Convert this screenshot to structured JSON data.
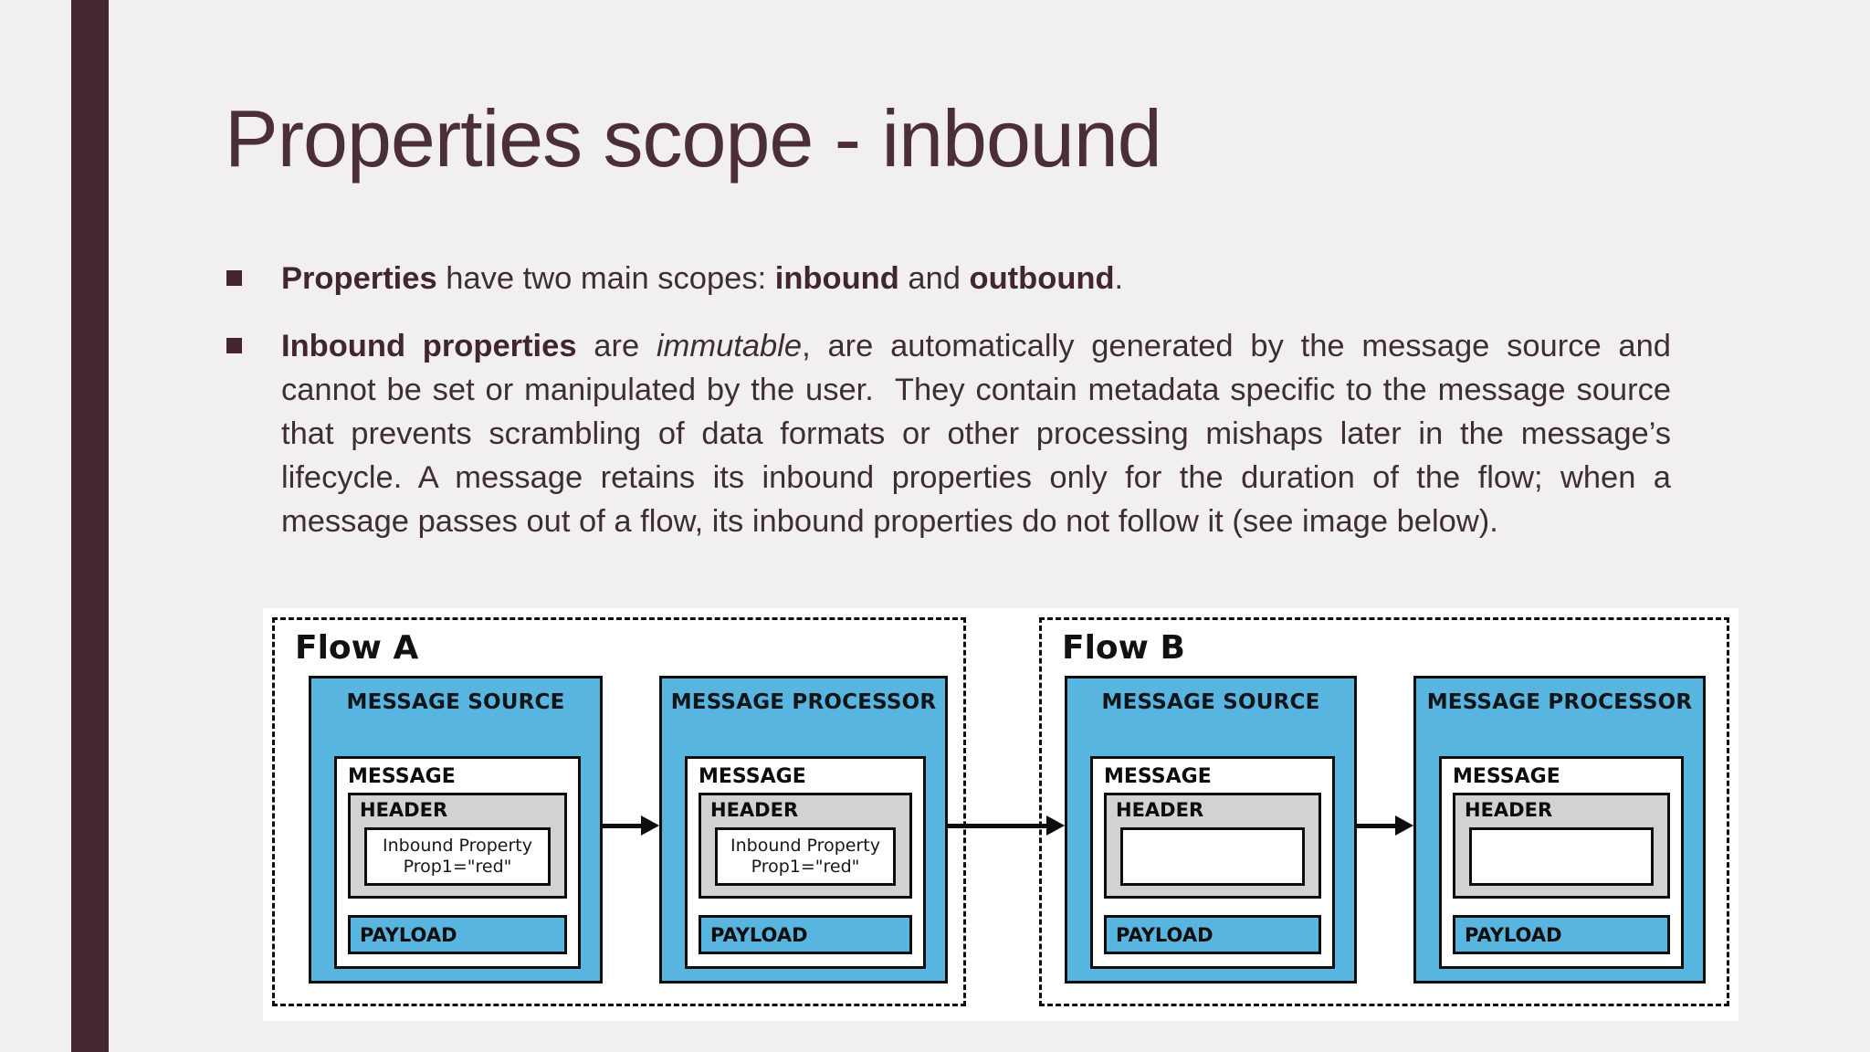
{
  "slide": {
    "title": "Properties scope - inbound",
    "bullets": [
      {
        "segments": [
          {
            "text": "Properties",
            "style": "bold"
          },
          {
            "text": " have two main scopes: ",
            "style": "regular"
          },
          {
            "text": "inbound",
            "style": "bold"
          },
          {
            "text": " and ",
            "style": "regular"
          },
          {
            "text": "outbound",
            "style": "bold"
          },
          {
            "text": ".",
            "style": "regular"
          }
        ]
      },
      {
        "segments": [
          {
            "text": "Inbound properties",
            "style": "bold"
          },
          {
            "text": " are ",
            "style": "regular"
          },
          {
            "text": "immutable",
            "style": "italic"
          },
          {
            "text": ", are automatically generated by the message source and cannot be set or manipulated by the user.  They contain metadata specific to the message source that prevents scrambling of data formats or other processing mishaps later in the message’s lifecycle. A message retains its inbound properties only for the duration of the flow; when a message passes out of a flow, its inbound properties do not follow it (see image below).",
            "style": "regular"
          }
        ]
      }
    ]
  },
  "diagram": {
    "flows": [
      {
        "label": "Flow A",
        "units": [
          {
            "title": "MESSAGE SOURCE",
            "message_label": "MESSAGE",
            "header_label": "HEADER",
            "property_lines": [
              "Inbound Property",
              "Prop1=\"red\""
            ],
            "payload_label": "PAYLOAD"
          },
          {
            "title": "MESSAGE PROCESSOR",
            "message_label": "MESSAGE",
            "header_label": "HEADER",
            "property_lines": [
              "Inbound Property",
              "Prop1=\"red\""
            ],
            "payload_label": "PAYLOAD"
          }
        ]
      },
      {
        "label": "Flow B",
        "units": [
          {
            "title": "MESSAGE SOURCE",
            "message_label": "MESSAGE",
            "header_label": "HEADER",
            "property_lines": [
              "",
              ""
            ],
            "payload_label": "PAYLOAD"
          },
          {
            "title": "MESSAGE PROCESSOR",
            "message_label": "MESSAGE",
            "header_label": "HEADER",
            "property_lines": [
              "",
              ""
            ],
            "payload_label": "PAYLOAD"
          }
        ]
      }
    ]
  },
  "colors": {
    "background": "#f2f0ef",
    "accent_bar": "#432832",
    "title_text": "#4b2e39",
    "body_text": "#3f2d35",
    "bullet_marker": "#46262e",
    "diagram_blue": "#57b5e0",
    "diagram_header_gray": "#d2d2d2",
    "diagram_line": "#0d0d0d"
  }
}
